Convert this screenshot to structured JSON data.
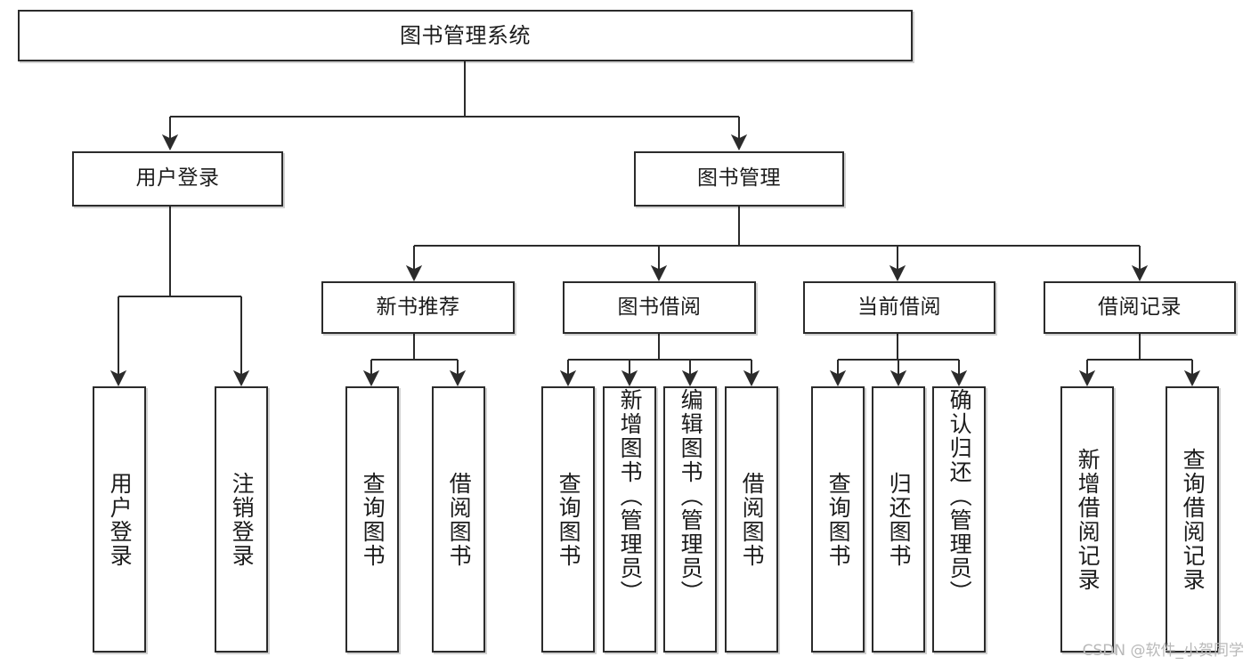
{
  "diagram": {
    "type": "tree-hierarchy-chart",
    "title": "图书管理系统",
    "background_color": "#ffffff",
    "node_border_color": "#2b2b2b",
    "node_fill_color": "#ffffff",
    "edge_color": "#2b2b2b",
    "text_color": "#1c1c1c"
  },
  "root": {
    "label": "图书管理系统"
  },
  "level1": [
    {
      "label": "用户登录"
    },
    {
      "label": "图书管理"
    }
  ],
  "level2": [
    {
      "label": "新书推荐"
    },
    {
      "label": "图书借阅"
    },
    {
      "label": "当前借阅"
    },
    {
      "label": "借阅记录"
    }
  ],
  "leaves": {
    "user_login": [
      {
        "label": "用户登录"
      },
      {
        "label": "注销登录"
      }
    ],
    "new_book_recommend": [
      {
        "label": "查询图书"
      },
      {
        "label": "借阅图书"
      }
    ],
    "book_borrow": [
      {
        "label": "查询图书"
      },
      {
        "label": "新增图书（管理员）"
      },
      {
        "label": "编辑图书（管理员）"
      },
      {
        "label": "借阅图书"
      }
    ],
    "current_borrow": [
      {
        "label": "查询图书"
      },
      {
        "label": "归还图书"
      },
      {
        "label": "确认归还（管理员）"
      }
    ],
    "borrow_record": [
      {
        "label": "新增借阅记录"
      },
      {
        "label": "查询借阅记录"
      }
    ]
  },
  "watermark": {
    "text": "CSDN @软件_小贺同学"
  }
}
